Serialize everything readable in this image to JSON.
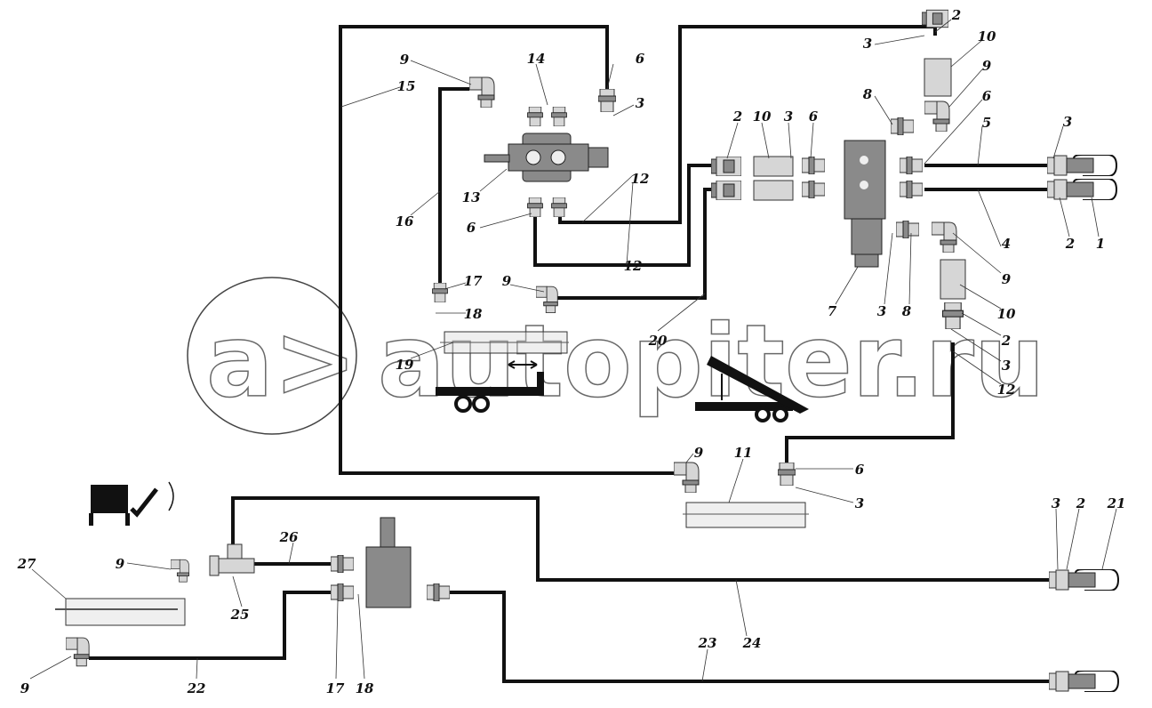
{
  "diagram": {
    "title": "Hydraulic system schematic",
    "watermark": "autopiter.ru",
    "callouts": [
      "2",
      "3",
      "10",
      "9",
      "8",
      "6",
      "5",
      "3",
      "2",
      "10",
      "3",
      "6",
      "9",
      "15",
      "14",
      "6",
      "3",
      "13",
      "12",
      "16",
      "6",
      "12",
      "4",
      "2",
      "1",
      "9",
      "7",
      "3",
      "8",
      "10",
      "2",
      "3",
      "12",
      "17",
      "18",
      "9",
      "20",
      "19",
      "9",
      "11",
      "6",
      "3",
      "3",
      "2",
      "21",
      "27",
      "9",
      "26",
      "25",
      "24",
      "23",
      "22",
      "17",
      "18",
      "9"
    ]
  },
  "colors": {
    "hose": "#111111",
    "part": "#8a8a8a",
    "light": "#d6d6d6"
  }
}
